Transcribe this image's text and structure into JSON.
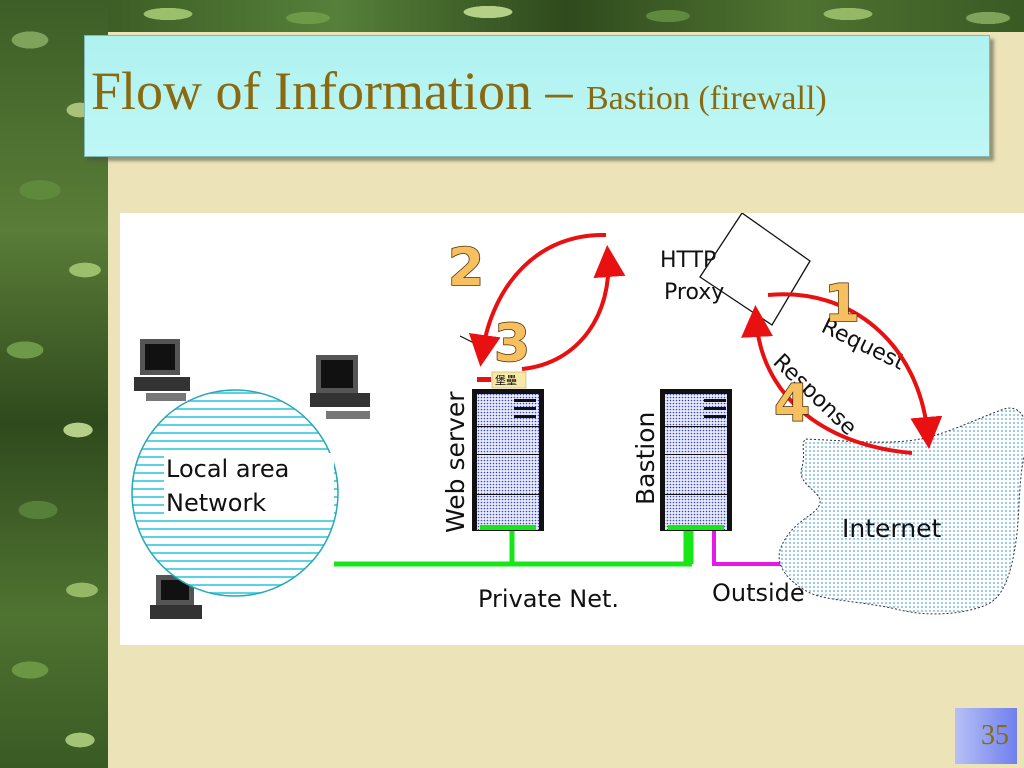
{
  "slide": {
    "title_main": "Flow of Information –",
    "title_sub": "Bastion (firewall)",
    "page_number": "35"
  },
  "diagram": {
    "lan_label_line1": "Local area",
    "lan_label_line2": "Network",
    "web_server_label": "Web server",
    "bastion_label": "Bastion",
    "proxy_label_line1": "HTTP",
    "proxy_label_line2": "Proxy",
    "internet_label": "Internet",
    "private_net_label": "Private Net.",
    "outside_label": "Outside",
    "request_label": "Request",
    "response_label": "Response",
    "chinese_tag": "堡壘",
    "step_numbers": [
      "1",
      "2",
      "3",
      "4"
    ]
  },
  "colors": {
    "arrow": "#e81010",
    "private_net_line": "#19e619",
    "outside_line": "#e619e6",
    "lan_fill": "#9ff2f2",
    "internet_fill": "#c8f0f8",
    "title_text": "#8a6a10",
    "page_badge": "#6f80ee"
  }
}
